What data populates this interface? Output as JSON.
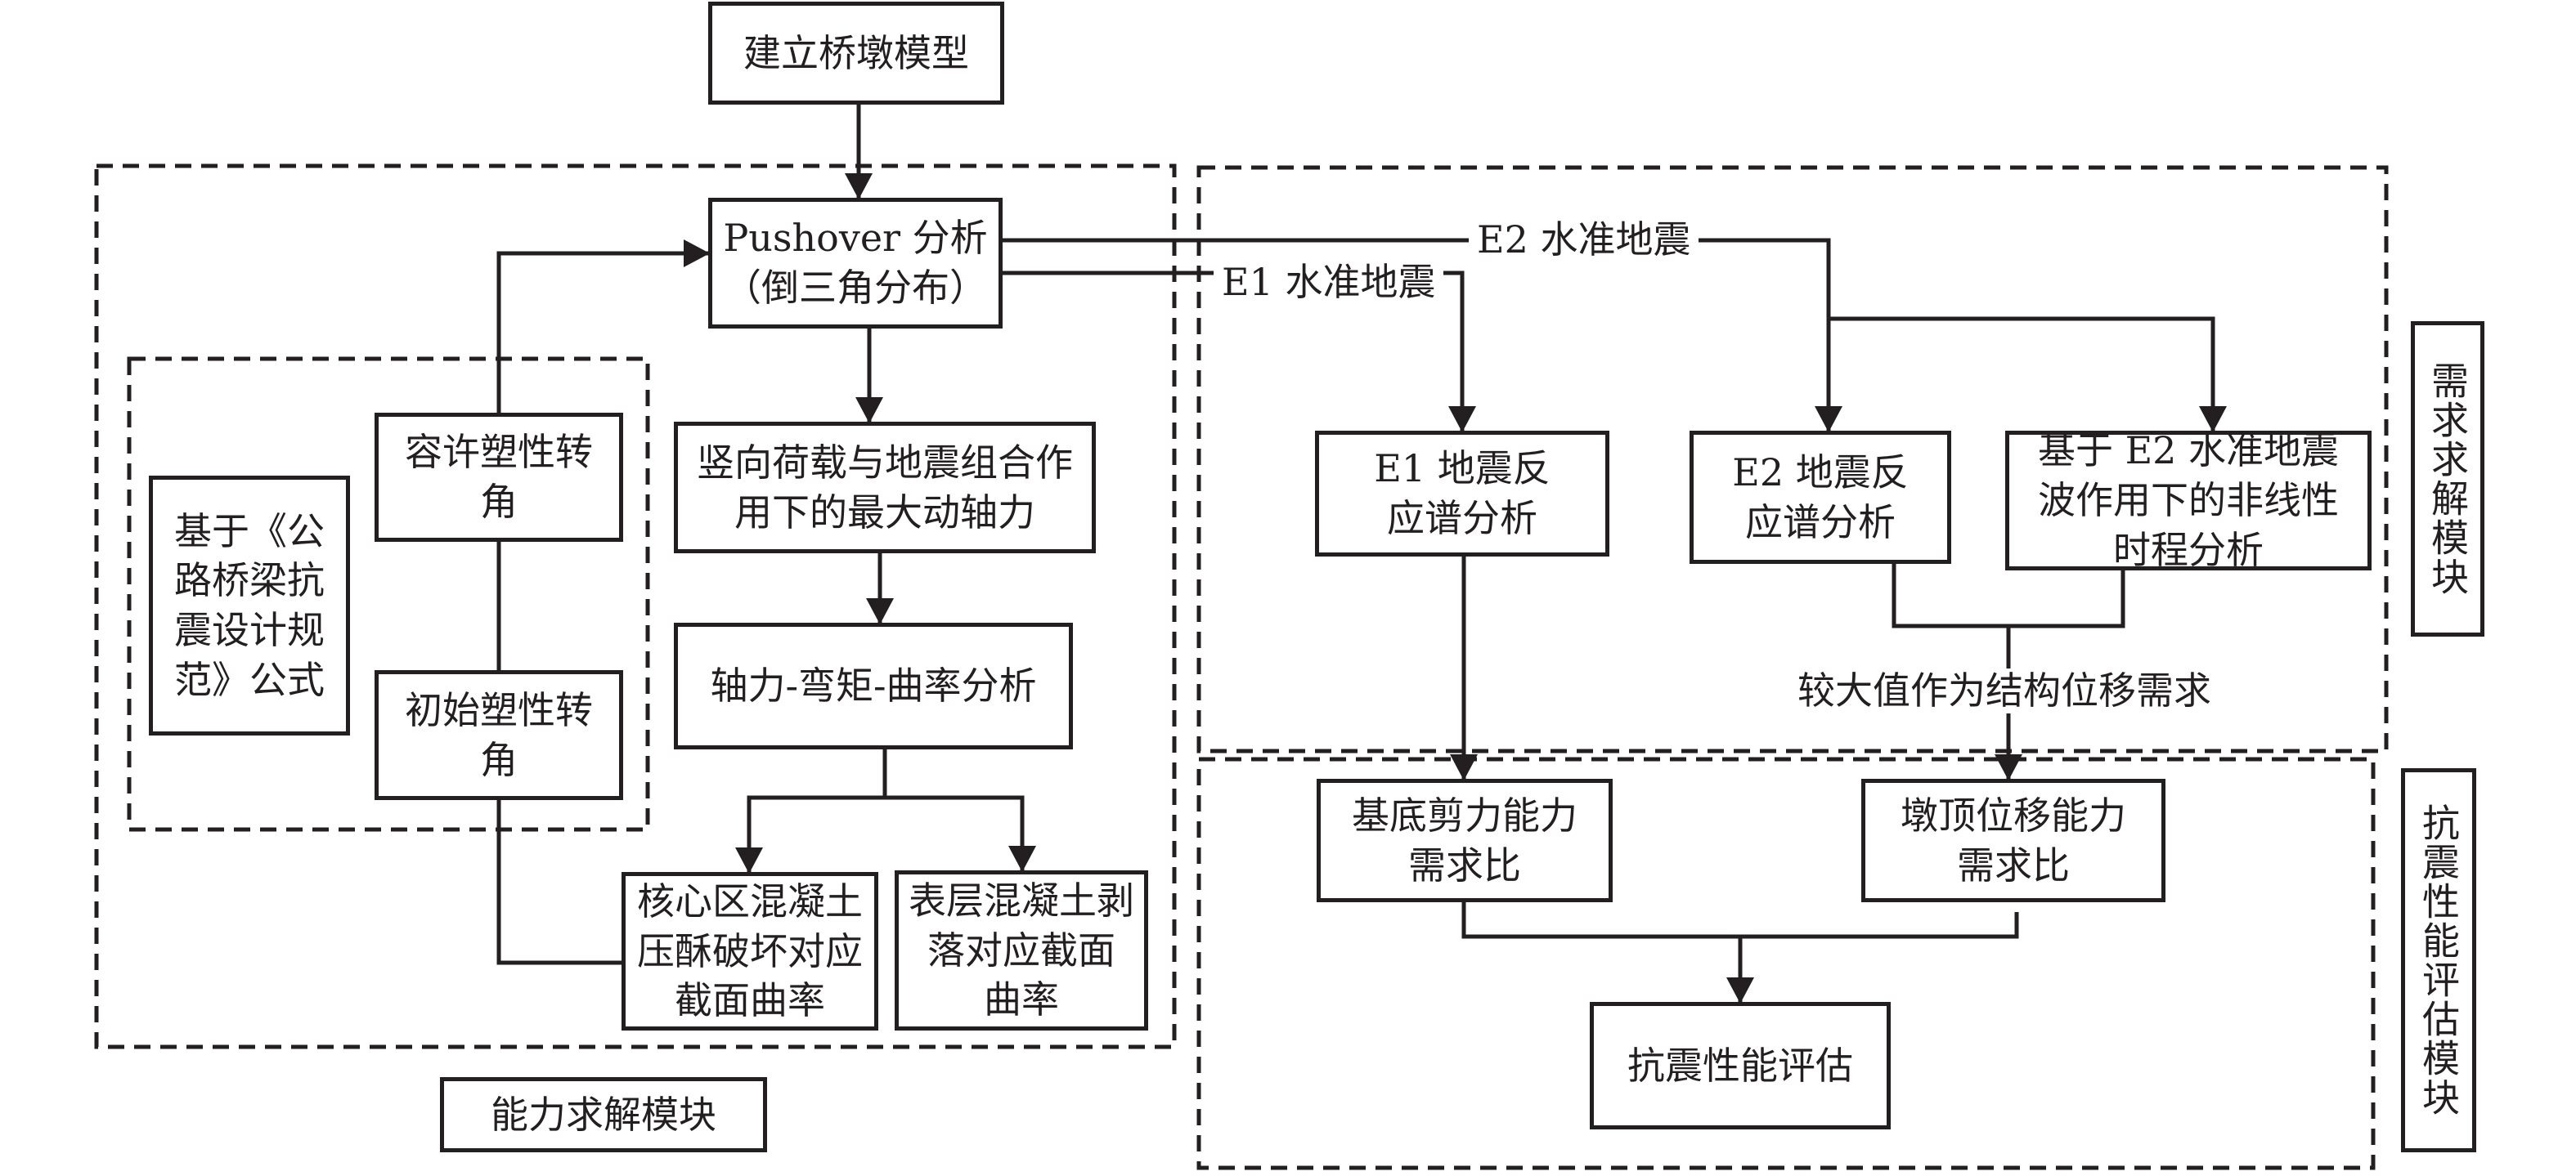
{
  "nodes": {
    "build_model": "建立桥墩模型",
    "pushover": "Pushover 分析\n（倒三角分布）",
    "allow_rotation": "容许塑性转角",
    "code_formula": "基于《公\n路桥梁抗\n震设计规\n范》公式",
    "initial_rotation": "初始塑性转角",
    "max_axial": "竖向荷载与地震组合作\n用下的最大动轴力",
    "moment_curvature": "轴力-弯矩-曲率分析",
    "core_concrete": "核心区混凝土\n压酥破坏对应\n截面曲率",
    "cover_concrete": "表层混凝土剥\n落对应截面\n曲率",
    "e1_spectrum": "E1 地震反\n应谱分析",
    "e2_spectrum": "E2 地震反\n应谱分析",
    "e2_timehistory": "基于 E2 水准地震\n波作用下的非线性\n时程分析",
    "shear_ratio": "基底剪力能力\n需求比",
    "disp_ratio": "墩顶位移能力\n需求比",
    "evaluation": "抗震性能评估"
  },
  "edge_labels": {
    "e2_level": "E2 水准地震",
    "e1_level": "E1 水准地震",
    "max_value": "较大值作为结构位移需求"
  },
  "modules": {
    "capacity": "能力求解模块",
    "demand": "需求求解模块",
    "assessment": "抗震性能评估模块"
  },
  "colors": {
    "line": "#231f20",
    "background": "#ffffff"
  }
}
